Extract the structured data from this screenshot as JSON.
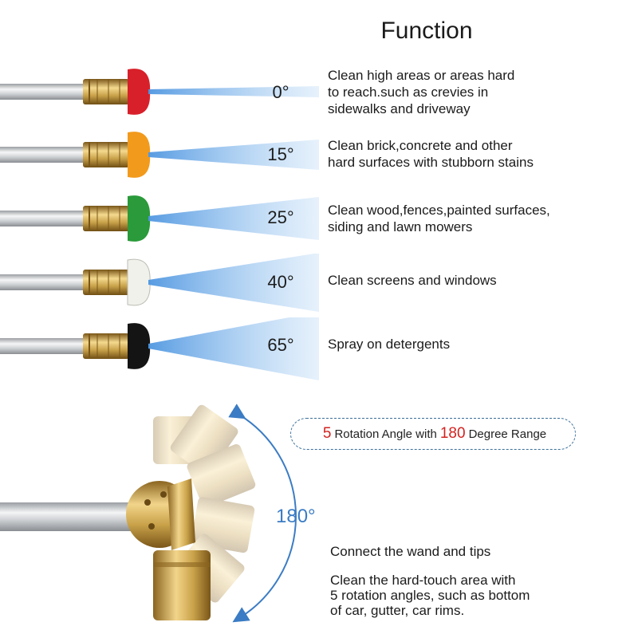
{
  "title": "Function",
  "nozzles": [
    {
      "angle": "0°",
      "color": "#d8202a",
      "description": [
        "Clean high areas or areas hard",
        "to reach.such as crevies in",
        "sidewalks and driveway"
      ]
    },
    {
      "angle": "15°",
      "color": "#f29a1c",
      "description": [
        "Clean brick,concrete and other",
        "hard surfaces with stubborn stains"
      ]
    },
    {
      "angle": "25°",
      "color": "#2a9a3a",
      "description": [
        "Clean wood,fences,painted surfaces,",
        "siding and lawn mowers"
      ]
    },
    {
      "angle": "40°",
      "color": "#f1f1ec",
      "description": [
        "Clean screens and windows"
      ]
    },
    {
      "angle": "65°",
      "color": "#141414",
      "description": [
        "Spray on detergents"
      ]
    }
  ],
  "rotation": {
    "count": "5",
    "text_mid": "Rotation Angle with",
    "range": "180",
    "text_end": "Degree Range",
    "arc_label": "180°",
    "accent_color": "#d2231f",
    "arc_color": "#3b7cc4"
  },
  "connect": {
    "line1": "Connect the wand and tips",
    "line2": [
      "Clean the hard-touch area with",
      "5 rotation angles, such as bottom",
      "of car, gutter, car rims."
    ]
  },
  "colors": {
    "brass": "#c9a24a",
    "steel": "#d4d6d8",
    "spray": "#7fb6ea"
  }
}
